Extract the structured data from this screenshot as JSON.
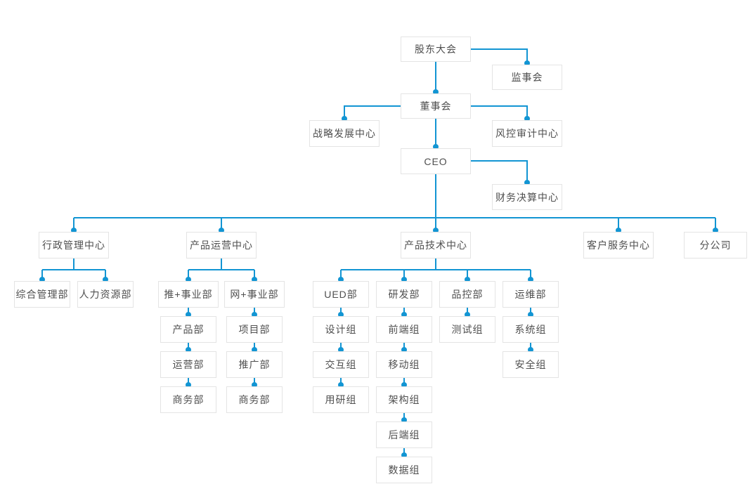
{
  "theme": {
    "connector_color": "#1295d3",
    "node_border_color": "#e4e4e4",
    "node_background": "#ffffff",
    "text_color": "#4f4f4f",
    "page_background": "#ffffff"
  },
  "nodes": {
    "shareholders": {
      "label": "股东大会"
    },
    "supervisory": {
      "label": "监事会"
    },
    "board": {
      "label": "董事会"
    },
    "strategy": {
      "label": "战略发展中心"
    },
    "risk": {
      "label": "风控审计中心"
    },
    "ceo": {
      "label": "CEO"
    },
    "finance": {
      "label": "财务决算中心"
    },
    "admin": {
      "label": "行政管理中心"
    },
    "product_ops": {
      "label": "产品运营中心"
    },
    "product_tech": {
      "label": "产品技术中心"
    },
    "customer_service": {
      "label": "客户服务中心"
    },
    "branch": {
      "label": "分公司"
    },
    "general_mgmt": {
      "label": "综合管理部"
    },
    "hr": {
      "label": "人力资源部"
    },
    "tui_division": {
      "label": "推+事业部"
    },
    "wang_division": {
      "label": "网+事业部"
    },
    "ued": {
      "label": "UED部"
    },
    "rnd": {
      "label": "研发部"
    },
    "qc": {
      "label": "品控部"
    },
    "ops_maint": {
      "label": "运维部"
    },
    "product_dept": {
      "label": "产品部"
    },
    "project_dept": {
      "label": "项目部"
    },
    "design": {
      "label": "设计组"
    },
    "frontend": {
      "label": "前端组"
    },
    "testing": {
      "label": "测试组"
    },
    "system": {
      "label": "系统组"
    },
    "operations_dept": {
      "label": "运营部"
    },
    "promotion_dept": {
      "label": "推广部"
    },
    "interaction": {
      "label": "交互组"
    },
    "mobile": {
      "label": "移动组"
    },
    "security": {
      "label": "安全组"
    },
    "business_tui": {
      "label": "商务部"
    },
    "business_wang": {
      "label": "商务部"
    },
    "user_research": {
      "label": "用研组"
    },
    "architecture": {
      "label": "架构组"
    },
    "backend": {
      "label": "后端组"
    },
    "data_group": {
      "label": "数据组"
    }
  },
  "hierarchy": {
    "id": "shareholders",
    "children": [
      {
        "id": "supervisory"
      },
      {
        "id": "board",
        "children": [
          {
            "id": "strategy"
          },
          {
            "id": "risk"
          },
          {
            "id": "ceo",
            "children": [
              {
                "id": "finance"
              },
              {
                "id": "admin",
                "children": [
                  {
                    "id": "general_mgmt"
                  },
                  {
                    "id": "hr"
                  }
                ]
              },
              {
                "id": "product_ops",
                "children": [
                  {
                    "id": "tui_division",
                    "children": [
                      {
                        "id": "product_dept",
                        "children": [
                          {
                            "id": "operations_dept",
                            "children": [
                              {
                                "id": "business_tui"
                              }
                            ]
                          }
                        ]
                      }
                    ]
                  },
                  {
                    "id": "wang_division",
                    "children": [
                      {
                        "id": "project_dept",
                        "children": [
                          {
                            "id": "promotion_dept",
                            "children": [
                              {
                                "id": "business_wang"
                              }
                            ]
                          }
                        ]
                      }
                    ]
                  }
                ]
              },
              {
                "id": "product_tech",
                "children": [
                  {
                    "id": "ued",
                    "children": [
                      {
                        "id": "design",
                        "children": [
                          {
                            "id": "interaction",
                            "children": [
                              {
                                "id": "user_research"
                              }
                            ]
                          }
                        ]
                      }
                    ]
                  },
                  {
                    "id": "rnd",
                    "children": [
                      {
                        "id": "frontend",
                        "children": [
                          {
                            "id": "mobile",
                            "children": [
                              {
                                "id": "architecture",
                                "children": [
                                  {
                                    "id": "backend",
                                    "children": [
                                      {
                                        "id": "data_group"
                                      }
                                    ]
                                  }
                                ]
                              }
                            ]
                          }
                        ]
                      }
                    ]
                  },
                  {
                    "id": "qc",
                    "children": [
                      {
                        "id": "testing"
                      }
                    ]
                  },
                  {
                    "id": "ops_maint",
                    "children": [
                      {
                        "id": "system",
                        "children": [
                          {
                            "id": "security"
                          }
                        ]
                      }
                    ]
                  }
                ]
              },
              {
                "id": "customer_service"
              },
              {
                "id": "branch"
              }
            ]
          }
        ]
      }
    ]
  }
}
